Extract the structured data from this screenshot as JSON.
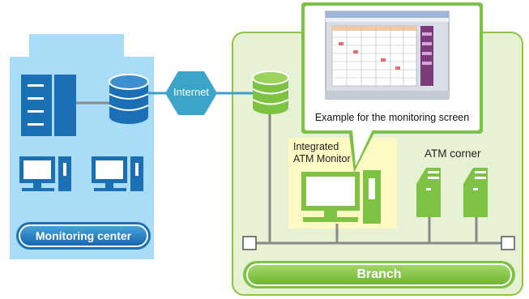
{
  "labels": {
    "internet": "Internet",
    "monitoring_center": "Monitoring center",
    "branch": "Branch",
    "atm_corner": "ATM corner",
    "integrated_monitor_line1": "Integrated",
    "integrated_monitor_line2": "ATM Monitor",
    "screen_caption": "Example for the monitoring screen"
  },
  "colors": {
    "monitoring_bg": "#a9dcf6",
    "monitoring_blue": "#1a6fb5",
    "branch_bg": "#e6f2d3",
    "branch_border": "#8cc63f",
    "branch_green": "#7dc242",
    "internet_hex": "#3aa5c8",
    "link_line": "#3d9ec9",
    "lan_line": "#8a8a8a",
    "monitor_highlight": "#fff9c4"
  },
  "icons": {
    "server_rack": "server-rack-icon",
    "database": "database-icon",
    "workstation": "workstation-icon",
    "atm": "atm-icon",
    "hub": "network-hub-icon"
  }
}
